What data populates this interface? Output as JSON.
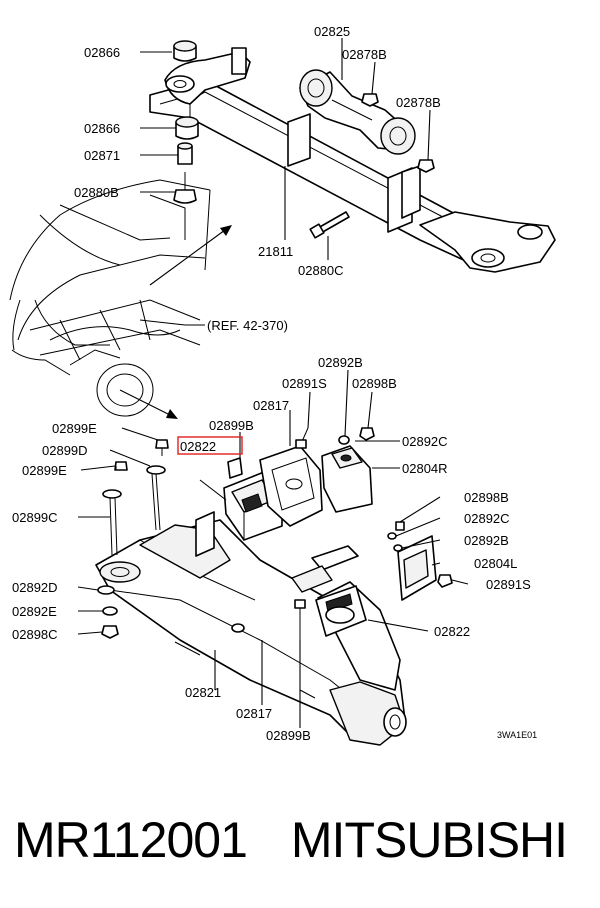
{
  "labels": {
    "l02866a": "02866",
    "l02825": "02825",
    "l02878ba": "02878B",
    "l02878bb": "02878B",
    "l02866b": "02866",
    "l02871": "02871",
    "l02880b": "02880B",
    "l21811": "21811",
    "l02880c": "02880C",
    "ref": "(REF. 42-370)",
    "l02892ba": "02892B",
    "l02891sa": "02891S",
    "l02898ba": "02898B",
    "l02817a": "02817",
    "l02899ba": "02899B",
    "l02892ca": "02892C",
    "l02899e1": "02899E",
    "l02822hl": "02822",
    "l02804r": "02804R",
    "l02899d": "02899D",
    "l02899e2": "02899E",
    "l02899c": "02899C",
    "l02898bb": "02898B",
    "l02892cb": "02892C",
    "l02892bb": "02892B",
    "l02804l": "02804L",
    "l02891sb": "02891S",
    "l02892d": "02892D",
    "l02892e": "02892E",
    "l02898c": "02898C",
    "l02822": "02822",
    "l02821": "02821",
    "l02817b": "02817",
    "l02899bb": "02899B",
    "code": "3WA1E01"
  },
  "caption": {
    "part_number": "MR112001",
    "brand": "MITSUBISHI"
  },
  "colors": {
    "highlight": "#e02020",
    "line": "#000000",
    "background": "#ffffff"
  }
}
